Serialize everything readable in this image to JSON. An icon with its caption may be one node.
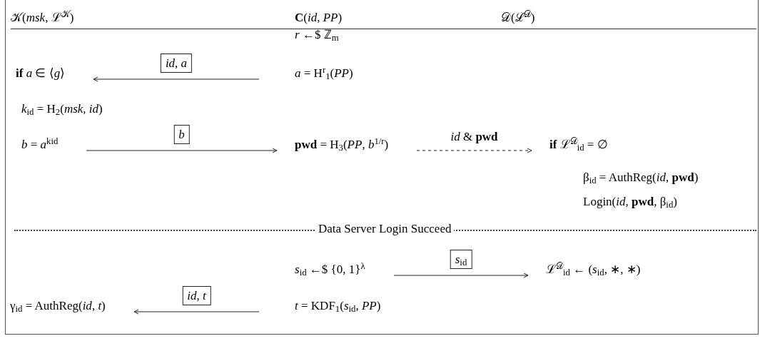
{
  "diagram": {
    "nodes": [
      {
        "text": [
          "**if** *a* ∈ ⟨*g*⟩"
        ]
      },
      {
        "text": [
          "*a* = H$^{r}$$_{1}$(*PP*)"
        ]
      },
      {
        "text": [
          "*b* = *a*$^{kid}$"
        ]
      },
      {
        "text": [
          "**pwd** = H$_{3}$(*PP*, *b*$^{1/r}$)"
        ]
      },
      {
        "text": [
          "**if** ℒ$^{𝒟}$$_{id}$ = ∅"
        ]
      },
      {
        "text": [
          "*s*$_{id}$ ←$ {0, 1}$^{λ}$"
        ]
      },
      {
        "text": [
          "ℒ$^{𝒟}$$_{id}$ ← (*s*$_{id}$, ∗, ∗)"
        ]
      },
      {
        "text": [
          "*t* = KDF$_{1}$(*s*$_{id}$, *PP*)"
        ]
      },
      {
        "text": [
          "γ$_{id}$ = AuthReg(*id*, *t*)"
        ]
      }
    ],
    "edges": [
      {
        "from": 1,
        "to": 0,
        "arrow": "to",
        "label": "*id*, *a*"
      },
      {
        "from": 2,
        "to": 3,
        "arrow": "to",
        "label": "*b*"
      },
      {
        "from": 3,
        "to": 4,
        "arrow": "to",
        "label": "*id* & **pwd**",
        "style": "dashed"
      },
      {
        "from": 5,
        "to": 6,
        "arrow": "to",
        "label": "*s*$_{id}$"
      },
      {
        "from": 7,
        "to": 8,
        "arrow": "to",
        "label": "*id*, *t*"
      }
    ],
    "labels": [
      "𝒦(*msk*, ℒ$^{𝒦}$)",
      "**C**(*id*, *PP*)",
      "𝒟(ℒ$^{𝒟}$)",
      "*r* ←$ ℤ$_{m}$",
      "*k*$_{id}$ = H$_{2}$(*msk*, *id*)",
      "β$_{id}$ = AuthReg(*id*, **pwd**)",
      "Login(*id*, **pwd**, β$_{id}$)",
      "Data Server Login Succeed"
    ]
  }
}
